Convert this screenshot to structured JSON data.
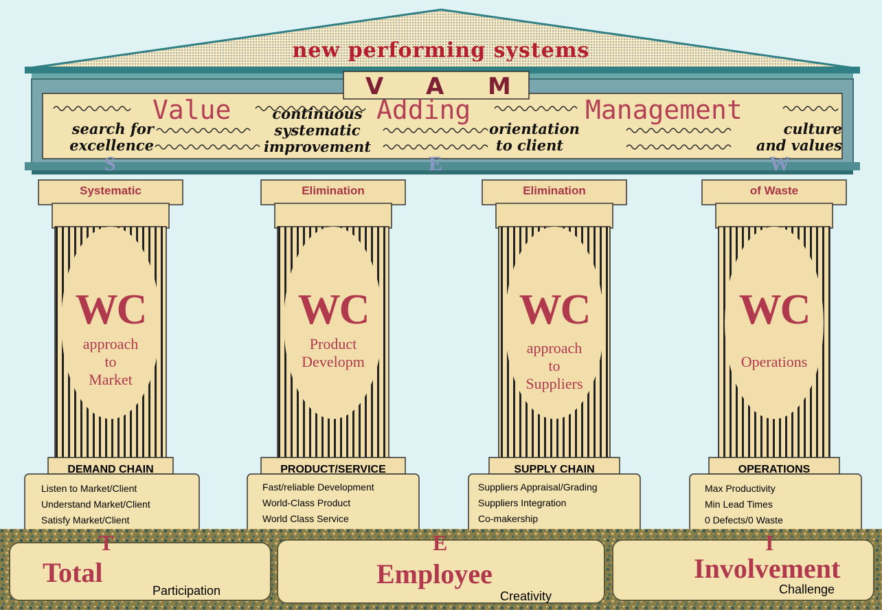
{
  "roof": {
    "title": "new performing systems"
  },
  "banner": {
    "letters": [
      "V",
      "A",
      "M"
    ]
  },
  "frieze": {
    "big_words": [
      "Value",
      "Adding",
      "Management"
    ],
    "phrases": [
      {
        "line1": "search for",
        "line2": "excellence"
      },
      {
        "line1": "continuous",
        "line2": "systematic",
        "line3": "improvement"
      },
      {
        "line1": "orientation",
        "line2": "to client"
      },
      {
        "line1": "culture",
        "line2": "and values"
      }
    ]
  },
  "architrave": {
    "letters": [
      "S",
      "E",
      "W"
    ]
  },
  "pillars": [
    {
      "capital": "Systematic",
      "wc": "WC",
      "sub": [
        "approach",
        "to",
        "Market"
      ],
      "chain": "DEMAND CHAIN",
      "items": [
        "Listen to Market/Client",
        "Understand Market/Client",
        "Satisfy Market/Client"
      ]
    },
    {
      "capital": "Elimination",
      "wc": "WC",
      "sub": [
        "Product",
        "Developm"
      ],
      "chain": "PRODUCT/SERVICE",
      "items": [
        "Fast/reliable Development",
        "World-Class Product",
        "World Class Service"
      ]
    },
    {
      "capital": "Elimination",
      "wc": "WC",
      "sub": [
        "approach",
        "to",
        "Suppliers"
      ],
      "chain": "SUPPLY CHAIN",
      "items": [
        "Suppliers Appraisal/Grading",
        "Suppliers Integration",
        "Co-makership"
      ]
    },
    {
      "capital": "of Waste",
      "wc": "WC",
      "sub": [
        "Operations"
      ],
      "chain": "OPERATIONS",
      "items": [
        "Max Productivity",
        "Min Lead Times",
        "0 Defects/0 Waste"
      ]
    }
  ],
  "foundation": [
    {
      "letter": "T",
      "word": "Total",
      "sub": "Participation"
    },
    {
      "letter": "E",
      "word": "Employee",
      "sub": "Creativity"
    },
    {
      "letter": "I",
      "word": "Involvement",
      "sub": "Challenge"
    }
  ],
  "colors": {
    "background": "#dff2f4",
    "accent": "#b0394e",
    "roof": "#2f7f84",
    "parchment": "#f3e3b0"
  }
}
